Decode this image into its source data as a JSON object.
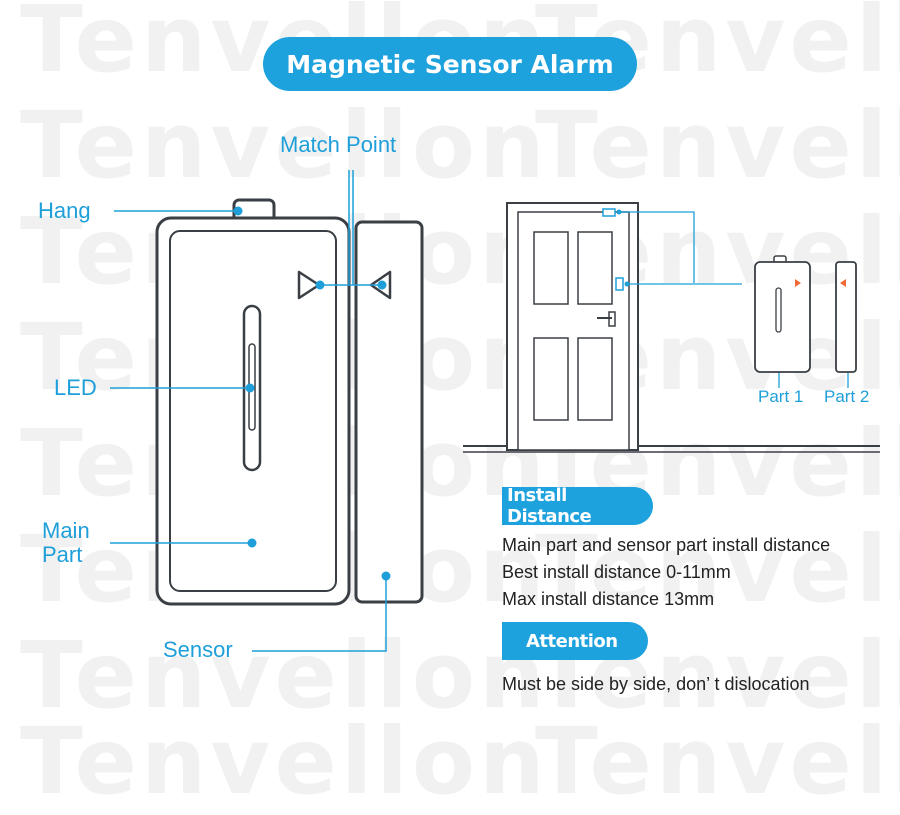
{
  "watermark_text": "Tenvellon",
  "title": "Magnetic Sensor Alarm",
  "colors": {
    "accent": "#1ea2dd",
    "outline": "#3a3f45",
    "text": "#222222",
    "part_marker": "#f06a35"
  },
  "callouts": {
    "hang": "Hang",
    "match_point": "Match Point",
    "led": "LED",
    "main_part_line1": "Main",
    "main_part_line2": "Part",
    "sensor": "Sensor"
  },
  "door_illustration": {
    "part1": "Part 1",
    "part2": "Part 2"
  },
  "install_distance": {
    "heading": "Install Distance",
    "lines": [
      "Main part and sensor part install distance",
      "Best install distance 0-11mm",
      "Max install distance 13mm"
    ]
  },
  "attention": {
    "heading": "Attention",
    "text": "Must be side by side, don’ t dislocation"
  }
}
